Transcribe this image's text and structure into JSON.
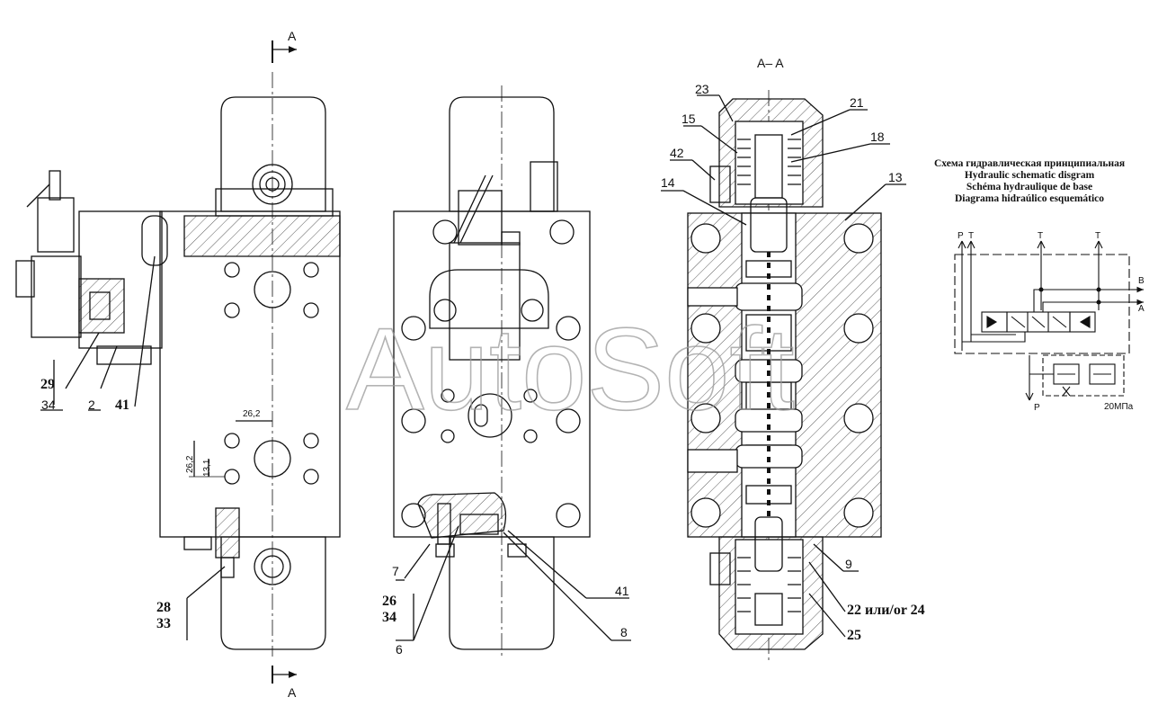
{
  "watermark": "AutoSoft",
  "section_marks": {
    "top": "A",
    "bottom": "A",
    "section_title": "A– A"
  },
  "dimensions": {
    "h": "26,2",
    "v1": "26,2",
    "v2": "13,1"
  },
  "callouts": {
    "c29": "29",
    "c34a": "34",
    "c2": "2",
    "c41a": "41",
    "c28": "28",
    "c33": "33",
    "c7": "7",
    "c26": "26",
    "c34b": "34",
    "c6": "6",
    "c41b": "41",
    "c8": "8",
    "c23": "23",
    "c15": "15",
    "c42": "42",
    "c14": "14",
    "c21": "21",
    "c18": "18",
    "c13": "13",
    "c9": "9",
    "c22or24": "22 или/or 24",
    "c25": "25"
  },
  "legend": [
    "Схема гидравлическая принципиальная",
    "Hydraulic schematic disgram",
    "Schéma hydraulique de base",
    "Diagrama hidraúlico esquemático"
  ],
  "schematic": {
    "ports": {
      "p": "P",
      "t": "T",
      "a": "A",
      "b": "B"
    },
    "pressure": "20МПа"
  }
}
